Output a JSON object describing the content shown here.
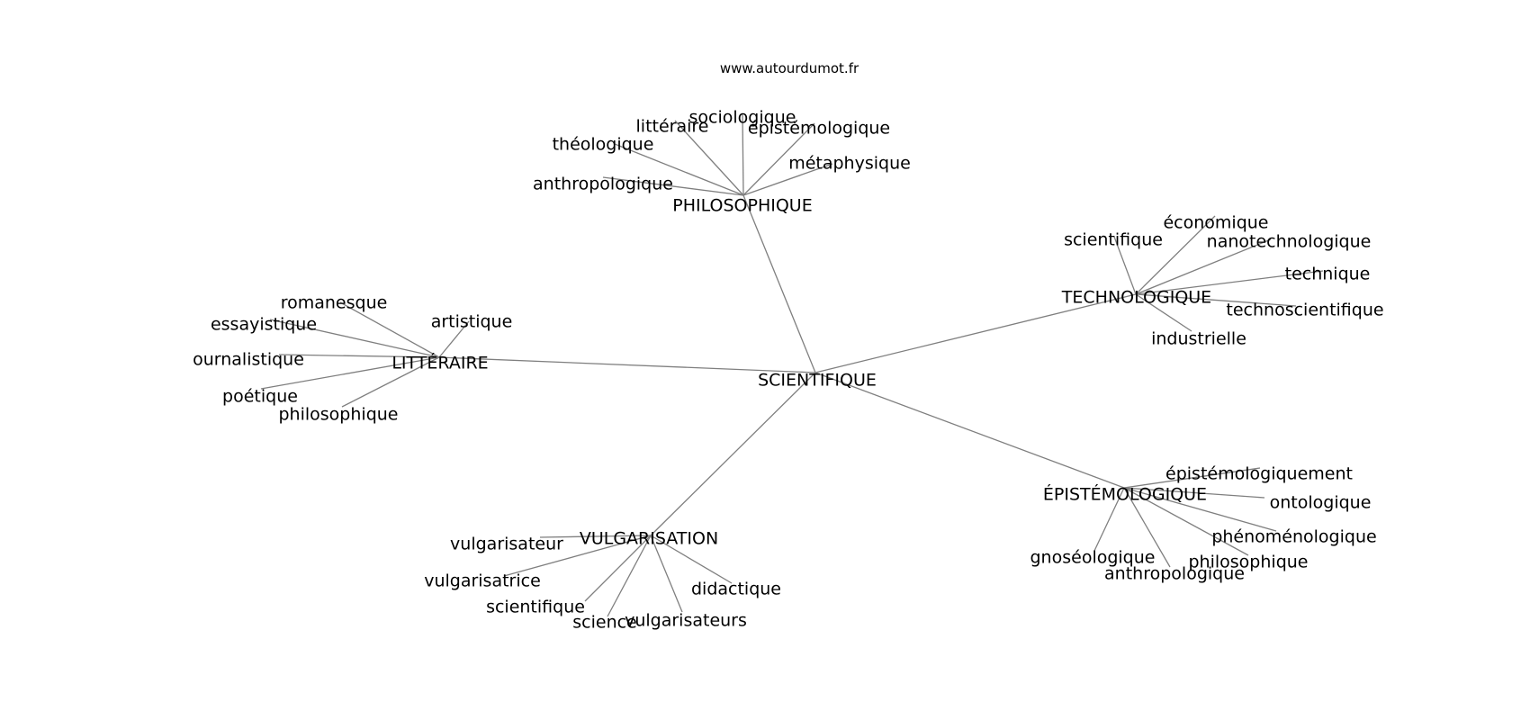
{
  "watermark": "www.autourdumot.fr",
  "colors": {
    "edge": "#7f7f7f",
    "text": "#000000",
    "background": "#ffffff"
  },
  "center": {
    "id": "scientifique",
    "label": "SCIENTIFIQUE"
  },
  "clusters": [
    {
      "id": "philosophique",
      "label": "PHILOSOPHIQUE",
      "leaves": [
        {
          "id": "sociologique",
          "label": "sociologique"
        },
        {
          "id": "litteraire",
          "label": "littéraire"
        },
        {
          "id": "epistemologique",
          "label": "épistémologique"
        },
        {
          "id": "theologique",
          "label": "théologique"
        },
        {
          "id": "metaphysique",
          "label": "métaphysique"
        },
        {
          "id": "anthropologique",
          "label": "anthropologique"
        }
      ]
    },
    {
      "id": "technologique",
      "label": "TECHNOLOGIQUE",
      "leaves": [
        {
          "id": "economique",
          "label": "économique"
        },
        {
          "id": "scientifique",
          "label": "scientifique"
        },
        {
          "id": "nanotechnologique",
          "label": "nanotechnologique"
        },
        {
          "id": "technique",
          "label": "technique"
        },
        {
          "id": "technoscientifique",
          "label": "technoscientifique"
        },
        {
          "id": "industrielle",
          "label": "industrielle"
        }
      ]
    },
    {
      "id": "litteraire",
      "label": "LITTÉRAIRE",
      "leaves": [
        {
          "id": "romanesque",
          "label": "romanesque"
        },
        {
          "id": "artistique",
          "label": "artistique"
        },
        {
          "id": "essayistique",
          "label": "essayistique"
        },
        {
          "id": "journalistique",
          "label": "ournalistique"
        },
        {
          "id": "poetique",
          "label": "poétique"
        },
        {
          "id": "philosophique",
          "label": "philosophique"
        }
      ]
    },
    {
      "id": "epistemologique",
      "label": "ÉPISTÉMOLOGIQUE",
      "leaves": [
        {
          "id": "epistemologiquement",
          "label": "épistémologiquement"
        },
        {
          "id": "ontologique",
          "label": "ontologique"
        },
        {
          "id": "phenomenologique",
          "label": "phénoménologique"
        },
        {
          "id": "gnoseologique",
          "label": "gnoséologique"
        },
        {
          "id": "philosophique",
          "label": "philosophique"
        },
        {
          "id": "anthropologique",
          "label": "anthropologique"
        }
      ]
    },
    {
      "id": "vulgarisation",
      "label": "VULGARISATION",
      "leaves": [
        {
          "id": "vulgarisateur",
          "label": "vulgarisateur"
        },
        {
          "id": "vulgarisatrice",
          "label": "vulgarisatrice"
        },
        {
          "id": "didactique",
          "label": "didactique"
        },
        {
          "id": "scientifique",
          "label": "scientifique"
        },
        {
          "id": "science",
          "label": "science"
        },
        {
          "id": "vulgarisateurs",
          "label": "vulgarisateurs"
        }
      ]
    }
  ]
}
